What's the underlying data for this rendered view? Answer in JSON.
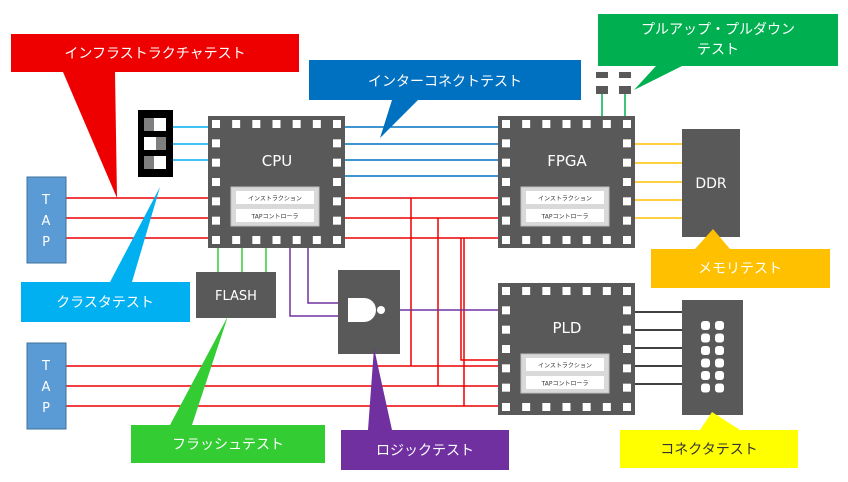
{
  "callouts": {
    "infrastructure": "インフラストラクチャテスト",
    "interconnect": "インターコネクトテスト",
    "pullup_line1": "プルアップ・プルダウン",
    "pullup_line2": "テスト",
    "cluster": "クラスタテスト",
    "memory": "メモリテスト",
    "flash": "フラッシュテスト",
    "logic": "ロジックテスト",
    "connector": "コネクタテスト"
  },
  "blocks": {
    "tap1_letters": [
      "T",
      "A",
      "P"
    ],
    "tap2_letters": [
      "T",
      "A",
      "P"
    ],
    "cpu": "CPU",
    "fpga": "FPGA",
    "pld": "PLD",
    "flash": "FLASH",
    "ddr": "DDR"
  },
  "chip_internals": {
    "instruction": "インストラクション",
    "tap_controller": "TAPコントローラ"
  },
  "colors": {
    "red": "#ee0000",
    "light_blue": "#00b0f0",
    "blue": "#0070c0",
    "green": "#00b050",
    "yellow": "#ffff00",
    "orange": "#ffc000",
    "purple": "#7030a0",
    "lime": "#33cc33",
    "chip": "#595959",
    "tap": "#5b9bd5"
  }
}
